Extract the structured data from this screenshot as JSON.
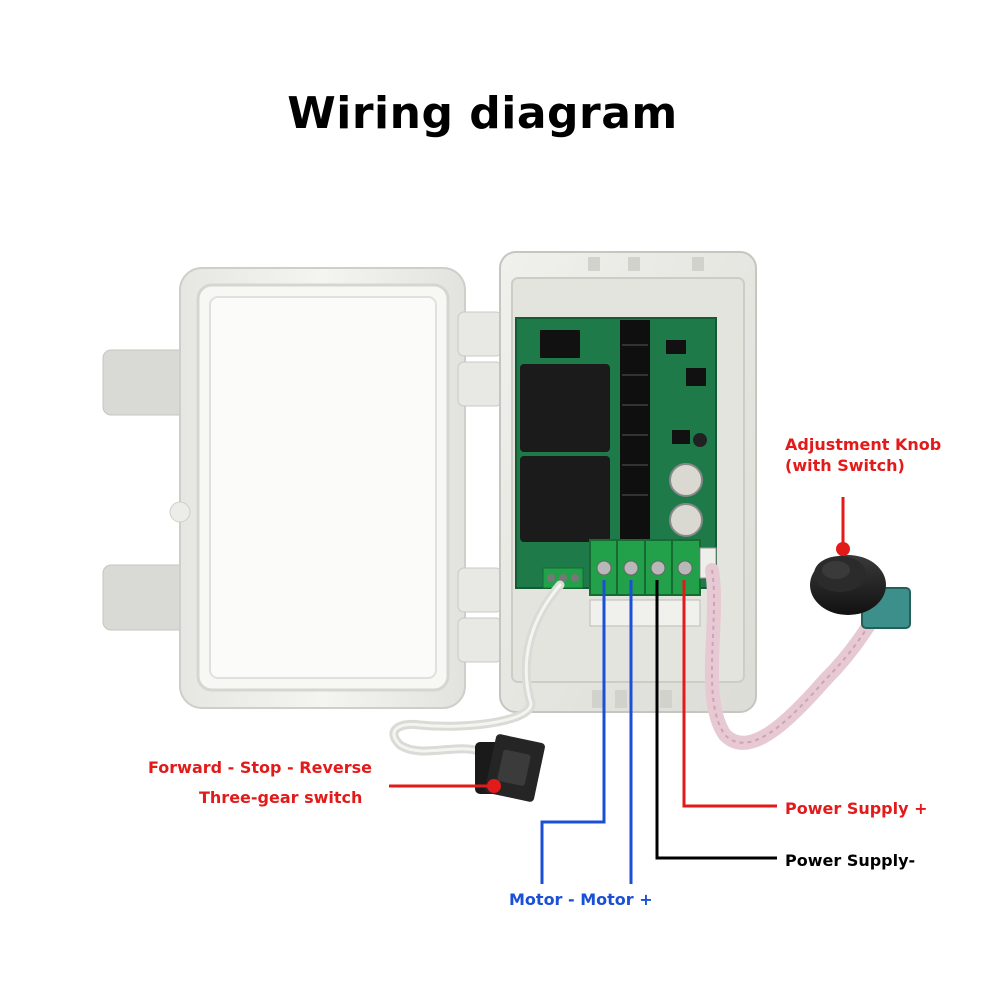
{
  "title": "Wiring diagram",
  "labels": {
    "adjustment_knob": "Adjustment Knob (with Switch)",
    "three_gear_line1": "Forward - Stop - Reverse",
    "three_gear_line2": "Three-gear switch",
    "power_plus": "Power Supply +",
    "power_minus": "Power Supply-",
    "motor": "Motor - Motor +"
  },
  "colors": {
    "red_wire": "#e21a1a",
    "blue_wire": "#1a4fd6",
    "black_wire": "#000000",
    "pcb": "#1f7a4a",
    "enclosure": "#ededea",
    "terminal_block": "#22a04a"
  }
}
